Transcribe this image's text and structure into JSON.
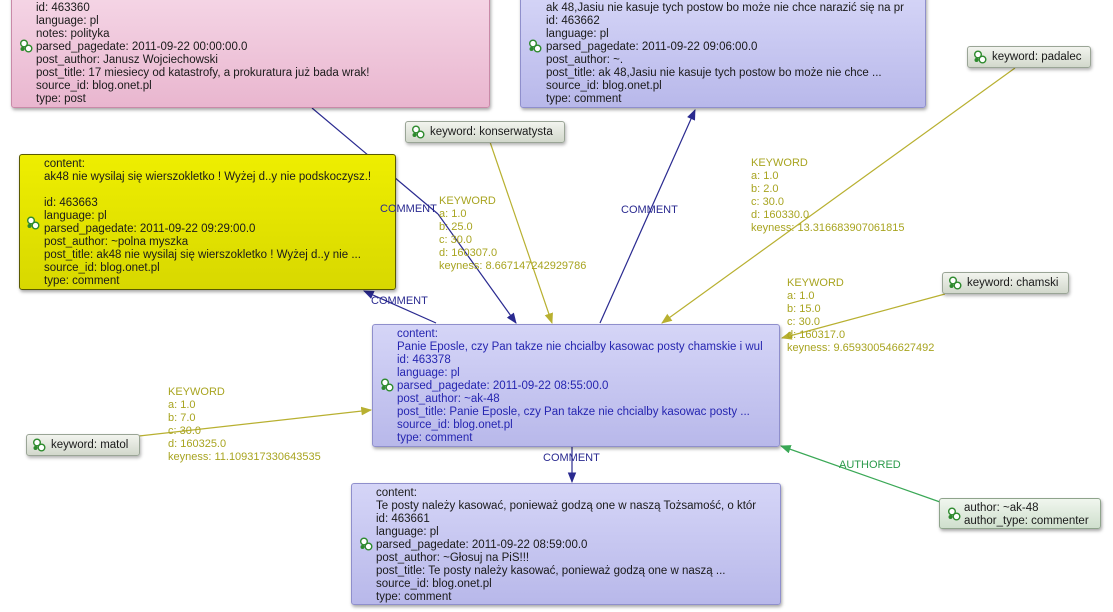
{
  "nodes": {
    "post_top_left": {
      "lines": [
        "id: 463360",
        "language: pl",
        "notes: polityka",
        "parsed_pagedate: 2011-09-22 00:00:00.0",
        "post_author: Janusz Wojciechowski",
        "post_title: 17 miesiecy od katastrofy, a prokuratura już bada wrak!",
        "source_id: blog.onet.pl",
        "type: post"
      ]
    },
    "comment_top_right": {
      "lines": [
        "ak 48,Jasiu nie kasuje tych postow bo może nie chce narazić się na pr",
        "id: 463662",
        "language: pl",
        "parsed_pagedate: 2011-09-22 09:06:00.0",
        "post_author: ~.",
        "post_title: ak 48,Jasiu nie kasuje tych postow bo może nie chce ...",
        "source_id: blog.onet.pl",
        "type: comment"
      ]
    },
    "comment_selected": {
      "lines": [
        "content:",
        "ak48 nie wysilaj się wierszokletko ! Wyżej d..y nie podskoczysz.!",
        "",
        "id: 463663",
        "language: pl",
        "parsed_pagedate: 2011-09-22 09:29:00.0",
        "post_author: ~polna myszka",
        "post_title: ak48 nie wysilaj się wierszokletko ! Wyżej d..y nie ...",
        "source_id: blog.onet.pl",
        "type: comment"
      ]
    },
    "comment_center": {
      "lines": [
        "content:",
        "Panie Eposle, czy Pan takze nie chcialby kasowac posty chamskie i wul",
        "id: 463378",
        "language: pl",
        "parsed_pagedate: 2011-09-22 08:55:00.0",
        "post_author: ~ak-48",
        "post_title: Panie Eposle, czy Pan takze nie chcialby kasowac posty ...",
        "source_id: blog.onet.pl",
        "type: comment"
      ]
    },
    "comment_bottom": {
      "lines": [
        "content:",
        "Te posty należy kasować, ponieważ godzą one w naszą Tożsamość, o któr",
        "id: 463661",
        "language: pl",
        "parsed_pagedate: 2011-09-22 08:59:00.0",
        "post_author: ~Głosuj na PiS!!!",
        "post_title: Te posty należy kasować, ponieważ godzą one w naszą ...",
        "source_id: blog.onet.pl",
        "type: comment"
      ]
    },
    "author": {
      "lines": [
        "author: ~ak-48",
        "author_type: commenter"
      ]
    }
  },
  "keywords": {
    "padalec": "keyword: padalec",
    "konserwatysta": "keyword: konserwatysta",
    "chamski": "keyword: chamski",
    "matol": "keyword: matol"
  },
  "edge_labels": {
    "comment_a": "COMMENT",
    "comment_b": "COMMENT",
    "comment_c": "COMMENT",
    "comment_d": "COMMENT",
    "authored": "AUTHORED",
    "kw_konserwatysta": [
      "KEYWORD",
      "a: 1.0",
      "b: 25.0",
      "c: 30.0",
      "d: 160307.0",
      "keyness: 8.667147242929786"
    ],
    "kw_padalec": [
      "KEYWORD",
      "a: 1.0",
      "b: 2.0",
      "c: 30.0",
      "d: 160330.0",
      "keyness: 13.316683907061815"
    ],
    "kw_chamski": [
      "KEYWORD",
      "a: 1.0",
      "b: 15.0",
      "c: 30.0",
      "d: 160317.0",
      "keyness: 9.659300546627492"
    ],
    "kw_matol": [
      "KEYWORD",
      "a: 1.0",
      "b: 7.0",
      "c: 30.0",
      "d: 160325.0",
      "keyness: 11.109317330643535"
    ]
  },
  "colors": {
    "keyword_edge": "#b8b030",
    "comment_edge": "#2a2a90",
    "authored_edge": "#3aa856",
    "selected_node": "#e8e800"
  },
  "icons": {
    "node": "node-graph-icon"
  }
}
